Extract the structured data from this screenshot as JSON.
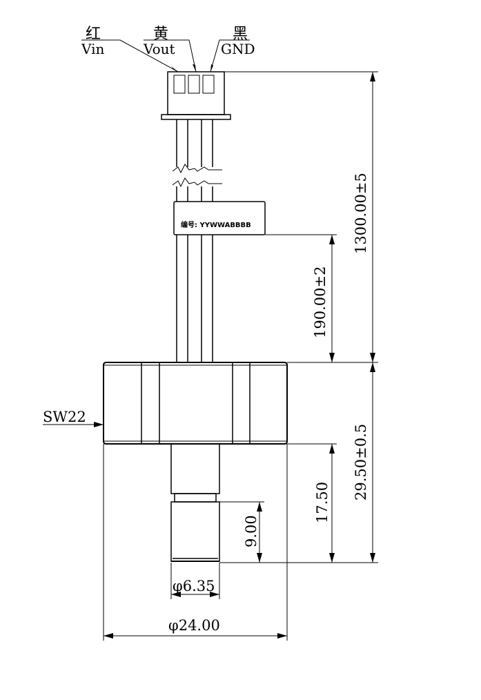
{
  "wires": {
    "vin": {
      "color_label": "红",
      "signal": "Vin"
    },
    "vout": {
      "color_label": "黄",
      "signal": "Vout"
    },
    "gnd": {
      "color_label": "黑",
      "signal": "GND"
    }
  },
  "cable_label": "编号: YYWWABBBB",
  "dimensions": {
    "total_length": "1300.00±5",
    "label_offset": "190.00±2",
    "body_height": "29.50±0.5",
    "port_length": "17.50",
    "thread_length": "9.00",
    "port_diameter": "φ6.35",
    "body_diameter": "φ24.00",
    "hex_size": "SW22"
  }
}
